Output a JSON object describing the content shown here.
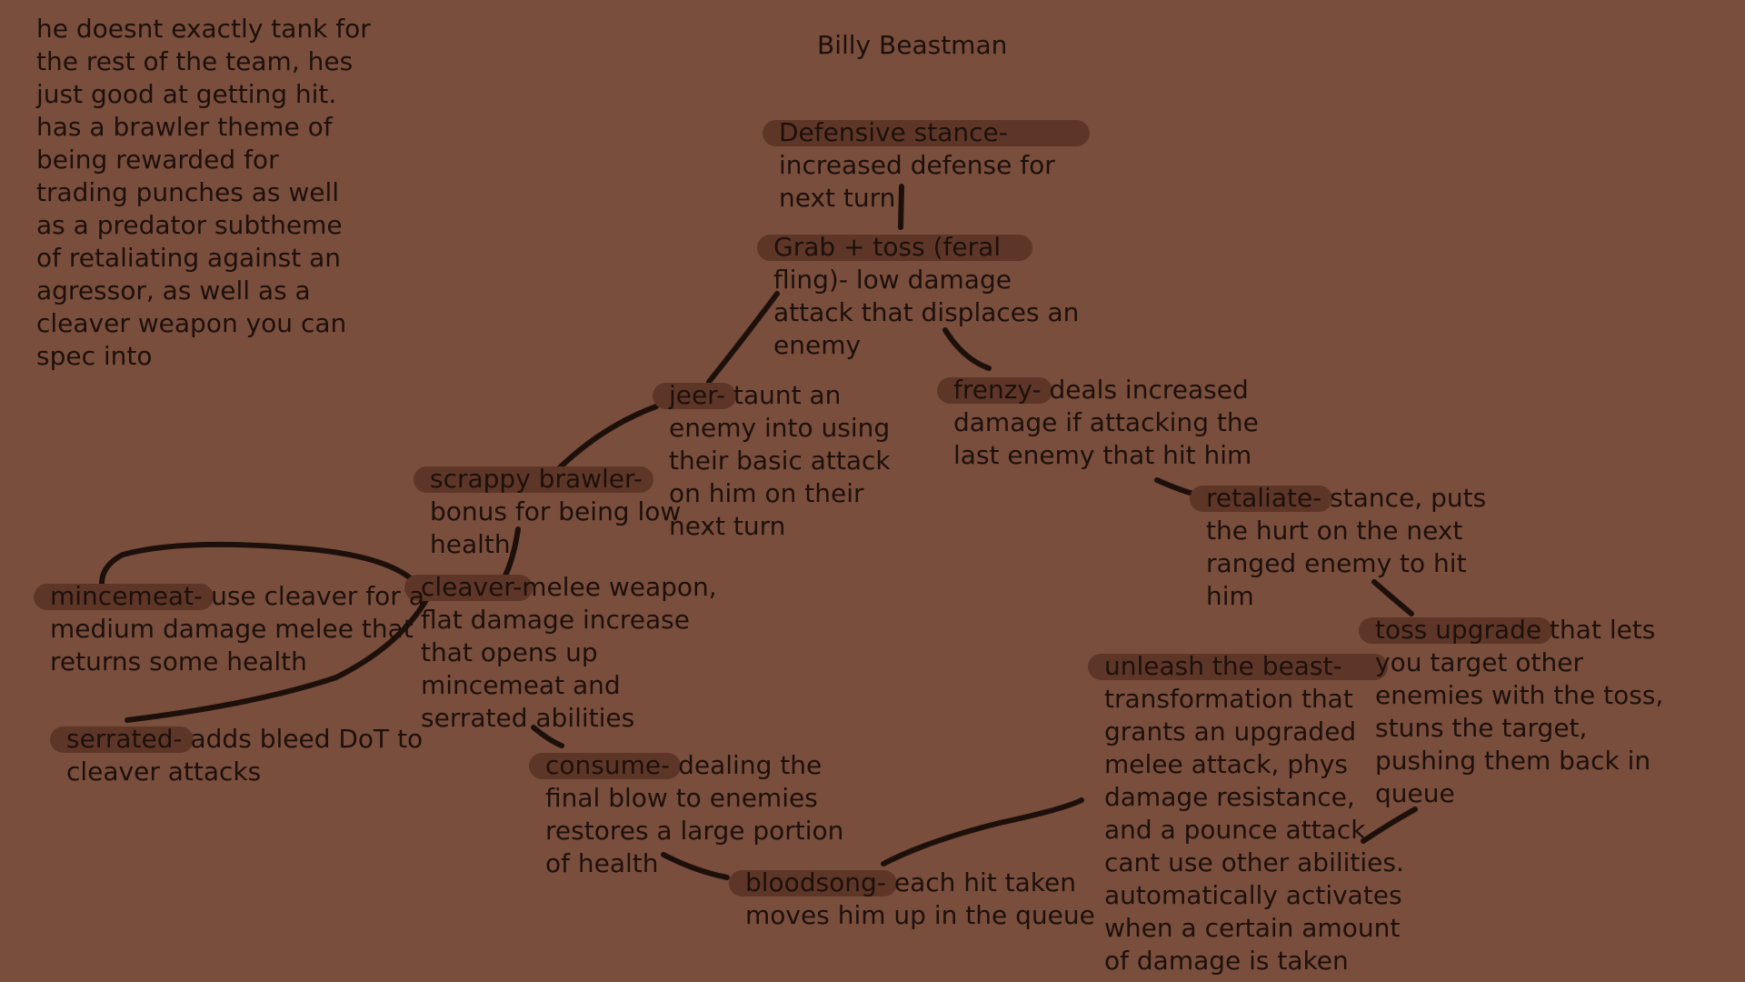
{
  "title": "Billy Beastman",
  "intro_lines": [
    "he doesnt exactly tank for",
    "the rest of the team, hes",
    "just good at getting hit.",
    "has a brawler theme of",
    "being rewarded for",
    "trading punches as well",
    "as a predator subtheme",
    "of retaliating against an",
    "agressor, as well as a",
    "cleaver weapon you can",
    "spec into"
  ],
  "nodes": {
    "defensive_stance": {
      "label": "Defensive stance-",
      "lines": [
        "increased defense for",
        "next turn"
      ]
    },
    "grab_toss": {
      "label": "Grab + toss (feral",
      "lines": [
        "fling)- low damage",
        "attack that displaces an",
        "enemy"
      ]
    },
    "jeer": {
      "label": "jeer-",
      "rest": " taunt an",
      "lines": [
        "enemy into using",
        "their basic attack",
        "on him on their",
        "next turn"
      ]
    },
    "frenzy": {
      "label": "frenzy-",
      "rest": " deals increased",
      "lines": [
        "damage if attacking the",
        "last enemy that hit him"
      ]
    },
    "scrappy_brawler": {
      "label": "scrappy brawler-",
      "lines": [
        "bonus for being low",
        "health"
      ]
    },
    "retaliate": {
      "label": "retaliate-",
      "rest": " stance, puts",
      "lines": [
        "the hurt on the next",
        "ranged enemy to hit",
        "him"
      ]
    },
    "mincemeat": {
      "label": "mincemeat-",
      "rest": " use cleaver for a",
      "lines": [
        "medium damage melee that",
        "returns some health"
      ]
    },
    "cleaver": {
      "label": "cleaver-",
      "rest": "melee weapon,",
      "lines": [
        "flat damage increase",
        "that opens up",
        "mincemeat and",
        "serrated abilities"
      ]
    },
    "toss_upgrade": {
      "label": "toss upgrade",
      "rest": " that lets",
      "lines": [
        "you target other",
        "enemies with the toss,",
        "stuns the target,",
        "pushing them back in",
        "queue"
      ]
    },
    "unleash_the_beast": {
      "label": "unleash the beast-",
      "lines": [
        "transformation that",
        "grants an upgraded",
        "melee attack, phys",
        "damage resistance,",
        "and a pounce attack.",
        "cant use other abilities.",
        "automatically activates",
        "when a certain amount",
        "of damage is taken"
      ]
    },
    "serrated": {
      "label": "serrated-",
      "rest": " adds bleed DoT to",
      "lines": [
        "cleaver attacks"
      ]
    },
    "consume": {
      "label": "consume-",
      "rest": " dealing the",
      "lines": [
        "final blow to enemies",
        "restores a large portion",
        "of health"
      ]
    },
    "bloodsong": {
      "label": "bloodsong-",
      "rest": " each hit taken",
      "lines": [
        "moves him up in the queue"
      ]
    }
  },
  "colors": {
    "background": "#7a4e3d",
    "highlight": "#5e3628",
    "ink": "#1d100b"
  }
}
